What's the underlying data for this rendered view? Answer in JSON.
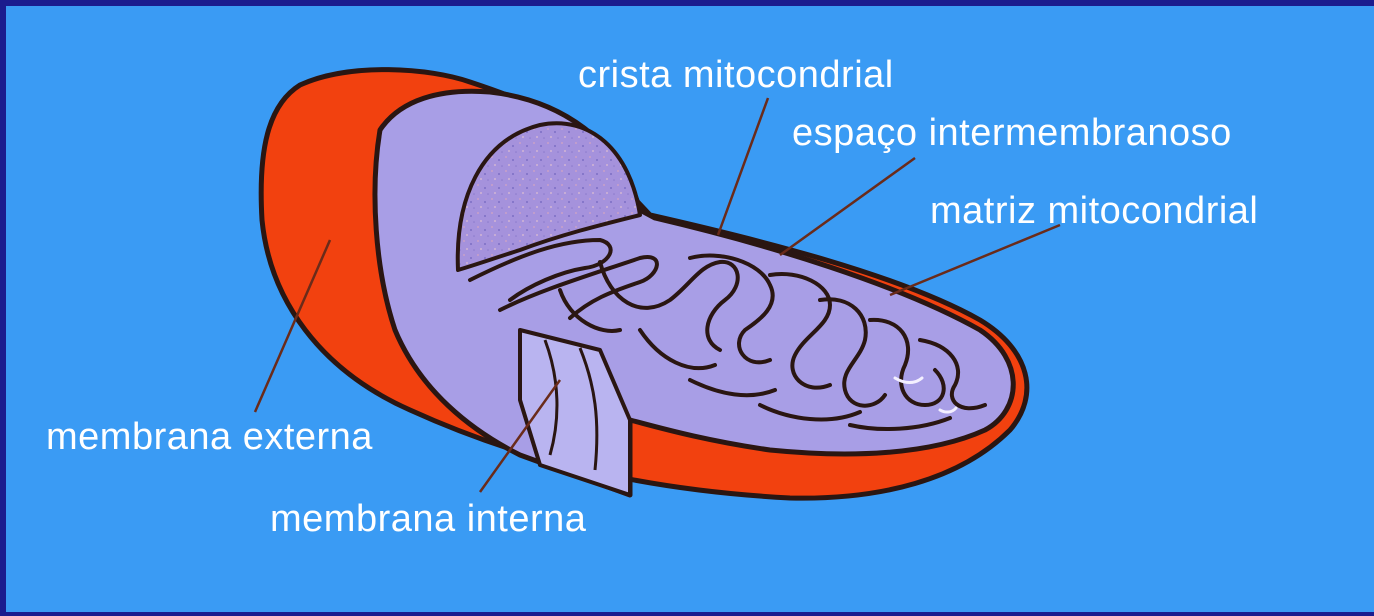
{
  "colors": {
    "background": "#3a9bf4",
    "frame": "#1b1c8e",
    "outer_membrane": "#f2410f",
    "inner_body": "#a89ee6",
    "inner_light": "#b3acec",
    "matrix_speckle": "#9d88d6",
    "outline": "#2a1612",
    "label_text": "#ffffff",
    "leader_line": "#6a2b1a"
  },
  "labels": {
    "crista": "crista mitocondrial",
    "intermembrane_space": "espaço intermembranoso",
    "matrix": "matriz mitocondrial",
    "outer_membrane": "membrana externa",
    "inner_membrane": "membrana interna"
  }
}
